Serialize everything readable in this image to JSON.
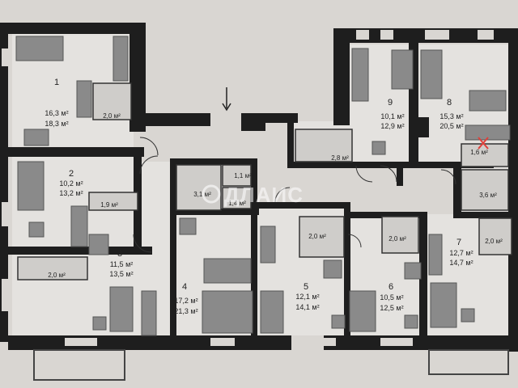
{
  "brand": {
    "watermark": "ДЛАИС"
  },
  "rooms": [
    {
      "num": "1",
      "area1": "16,3 м²",
      "area2": "18,3 м²"
    },
    {
      "num": "2",
      "area1": "10,2 м²",
      "area2": "13,2 м²"
    },
    {
      "num": "3",
      "area1": "11,5 м²",
      "area2": "13,5 м²"
    },
    {
      "num": "4",
      "area1": "17,2 м²",
      "area2": "21,3 м²"
    },
    {
      "num": "5",
      "area1": "12,1 м²",
      "area2": "14,1 м²"
    },
    {
      "num": "6",
      "area1": "10,5 м²",
      "area2": "12,5 м²"
    },
    {
      "num": "7",
      "area1": "12,7 м²",
      "area2": "14,7 м²"
    },
    {
      "num": "8",
      "area1": "15,3 м²",
      "area2": "20,5 м²"
    },
    {
      "num": "9",
      "area1": "10,1 м²",
      "area2": "12,9 м²"
    }
  ],
  "bathrooms": [
    {
      "id": "b1",
      "area": "2,0 м²"
    },
    {
      "id": "b2",
      "area": "1,9 м²"
    },
    {
      "id": "b3",
      "area": "2,0 м²"
    },
    {
      "id": "b4",
      "area": "3,1 м²"
    },
    {
      "id": "b5",
      "area": "1,1 м²"
    },
    {
      "id": "b6",
      "area": "1,4 м²"
    },
    {
      "id": "b7",
      "area": "2,0 м²"
    },
    {
      "id": "b8",
      "area": "2,0 м²"
    },
    {
      "id": "b9",
      "area": "2,0 м²"
    },
    {
      "id": "b10",
      "area": "3,6 м²"
    },
    {
      "id": "b11",
      "area": "1,6 м²"
    },
    {
      "id": "b12",
      "area": "2,8 м²"
    }
  ],
  "colors": {
    "wall": "#1e1e1e",
    "room": "#e4e2df",
    "furniture": "#8a8a8a",
    "marker": "#e0403a"
  }
}
